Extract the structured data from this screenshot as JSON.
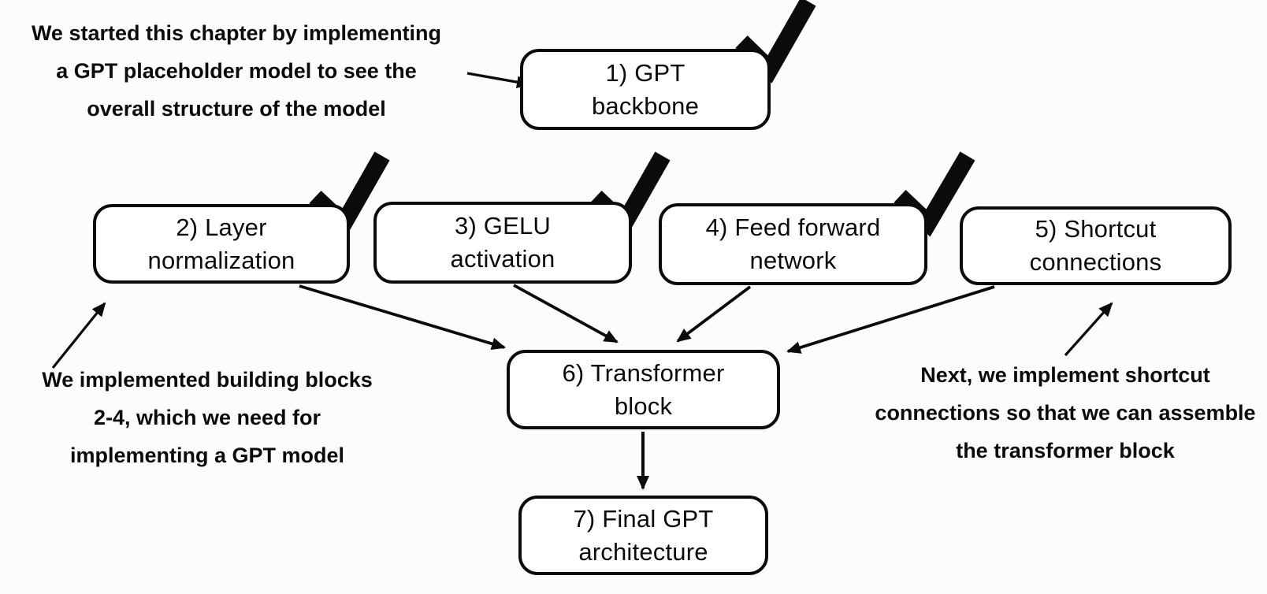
{
  "colors": {
    "ink": "#0b0b0b",
    "box_fill": "#ffffff",
    "background": "#fcfcfc"
  },
  "icons": {
    "checkmark": "✓"
  },
  "diagram": {
    "nodes": [
      {
        "id": "gpt-backbone",
        "line1": "1) GPT",
        "line2": "backbone",
        "checked": true
      },
      {
        "id": "layer-normalization",
        "line1": "2) Layer",
        "line2": "normalization",
        "checked": true
      },
      {
        "id": "gelu-activation",
        "line1": "3) GELU",
        "line2": "activation",
        "checked": true
      },
      {
        "id": "feed-forward-network",
        "line1": "4) Feed forward",
        "line2": "network",
        "checked": true
      },
      {
        "id": "shortcut-connections",
        "line1": "5) Shortcut",
        "line2": "connections",
        "checked": false
      },
      {
        "id": "transformer-block",
        "line1": "6) Transformer",
        "line2": "block",
        "checked": false
      },
      {
        "id": "final-gpt-architecture",
        "line1": "7) Final GPT",
        "line2": "architecture",
        "checked": false
      }
    ],
    "edges": [
      {
        "from": "annotation-intro",
        "to": "gpt-backbone"
      },
      {
        "from": "layer-normalization",
        "to": "transformer-block"
      },
      {
        "from": "gelu-activation",
        "to": "transformer-block"
      },
      {
        "from": "feed-forward-network",
        "to": "transformer-block"
      },
      {
        "from": "shortcut-connections",
        "to": "transformer-block"
      },
      {
        "from": "transformer-block",
        "to": "final-gpt-architecture"
      },
      {
        "from": "annotation-building-blocks",
        "to": "layer-normalization"
      },
      {
        "from": "annotation-next-step",
        "to": "shortcut-connections"
      }
    ],
    "annotations": [
      {
        "id": "annotation-intro",
        "lines": [
          "We started this chapter by implementing",
          "a GPT placeholder model to see the",
          "overall structure of the model"
        ]
      },
      {
        "id": "annotation-building-blocks",
        "lines": [
          "We implemented building blocks",
          "2-4, which we need for",
          "implementing a GPT model"
        ]
      },
      {
        "id": "annotation-next-step",
        "lines": [
          "Next, we implement shortcut",
          "connections so that we can assemble",
          "the transformer block"
        ]
      }
    ]
  }
}
